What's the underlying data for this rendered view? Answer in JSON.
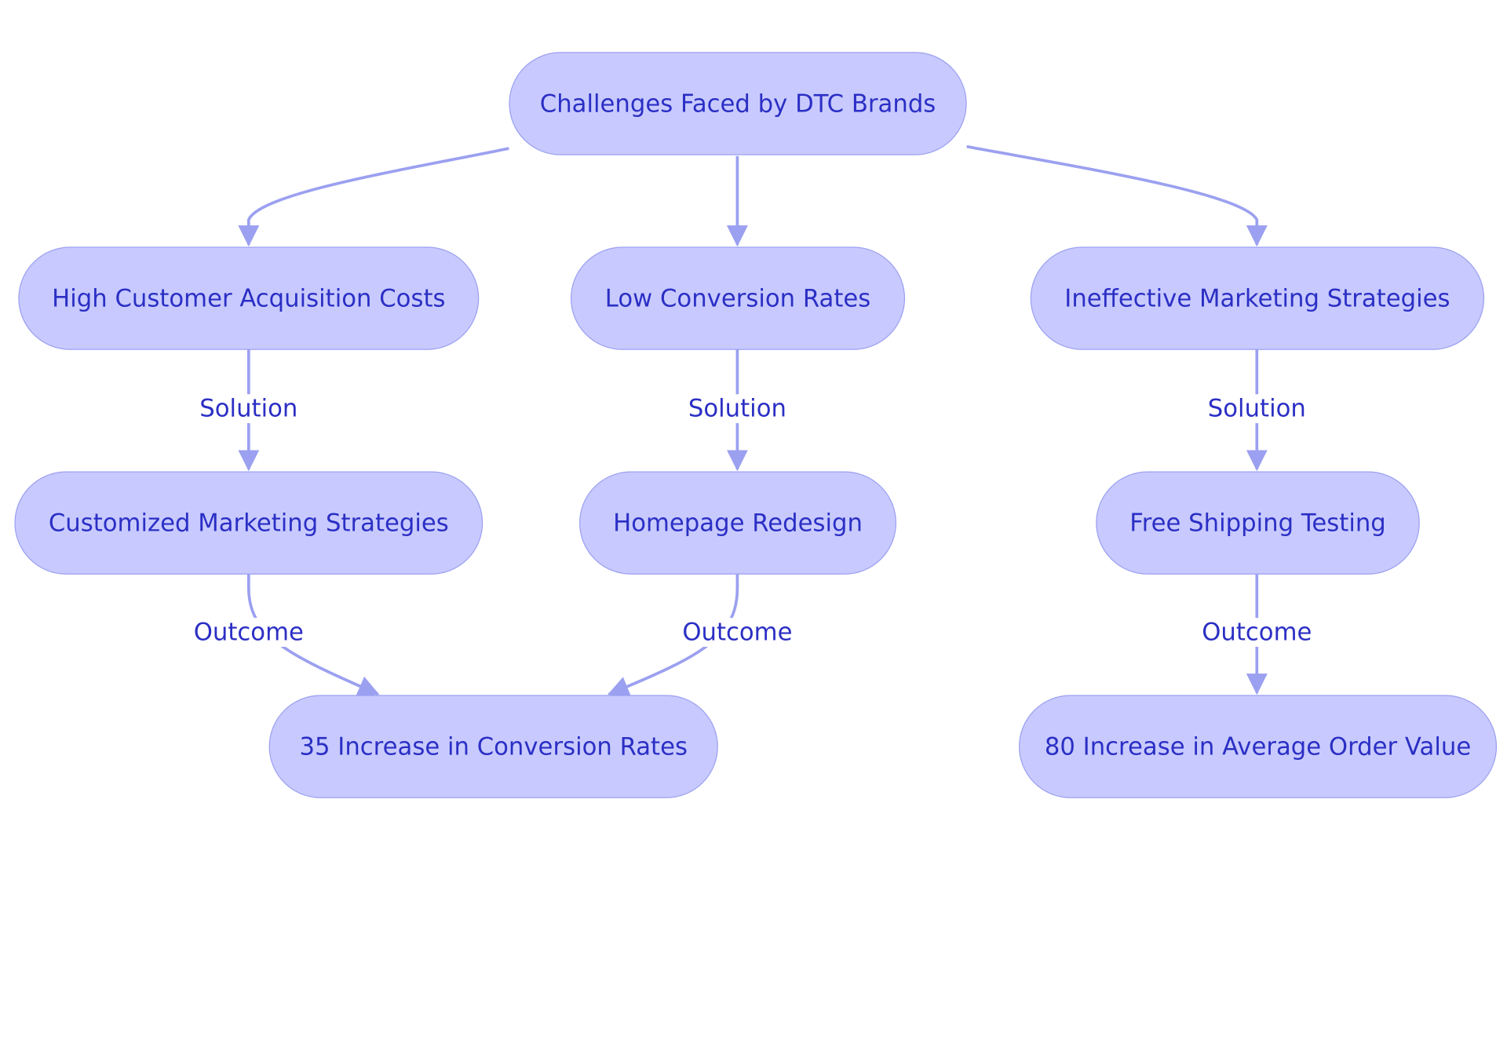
{
  "colors": {
    "node_fill": "#c8caff",
    "node_border": "#9ba0f0",
    "text": "#2b2fc4",
    "edge": "#9ba0f0",
    "background": "#ffffff"
  },
  "nodes": {
    "root": "Challenges Faced by DTC Brands",
    "challenge_cac": "High Customer Acquisition Costs",
    "challenge_conversion": "Low Conversion Rates",
    "challenge_marketing": "Ineffective Marketing Strategies",
    "solution_customized": "Customized Marketing Strategies",
    "solution_homepage": "Homepage Redesign",
    "solution_shipping": "Free Shipping Testing",
    "outcome_conversion": "35 Increase in Conversion Rates",
    "outcome_aov": "80 Increase in Average Order Value"
  },
  "edge_labels": {
    "solution_1": "Solution",
    "solution_2": "Solution",
    "solution_3": "Solution",
    "outcome_1": "Outcome",
    "outcome_2": "Outcome",
    "outcome_3": "Outcome"
  }
}
